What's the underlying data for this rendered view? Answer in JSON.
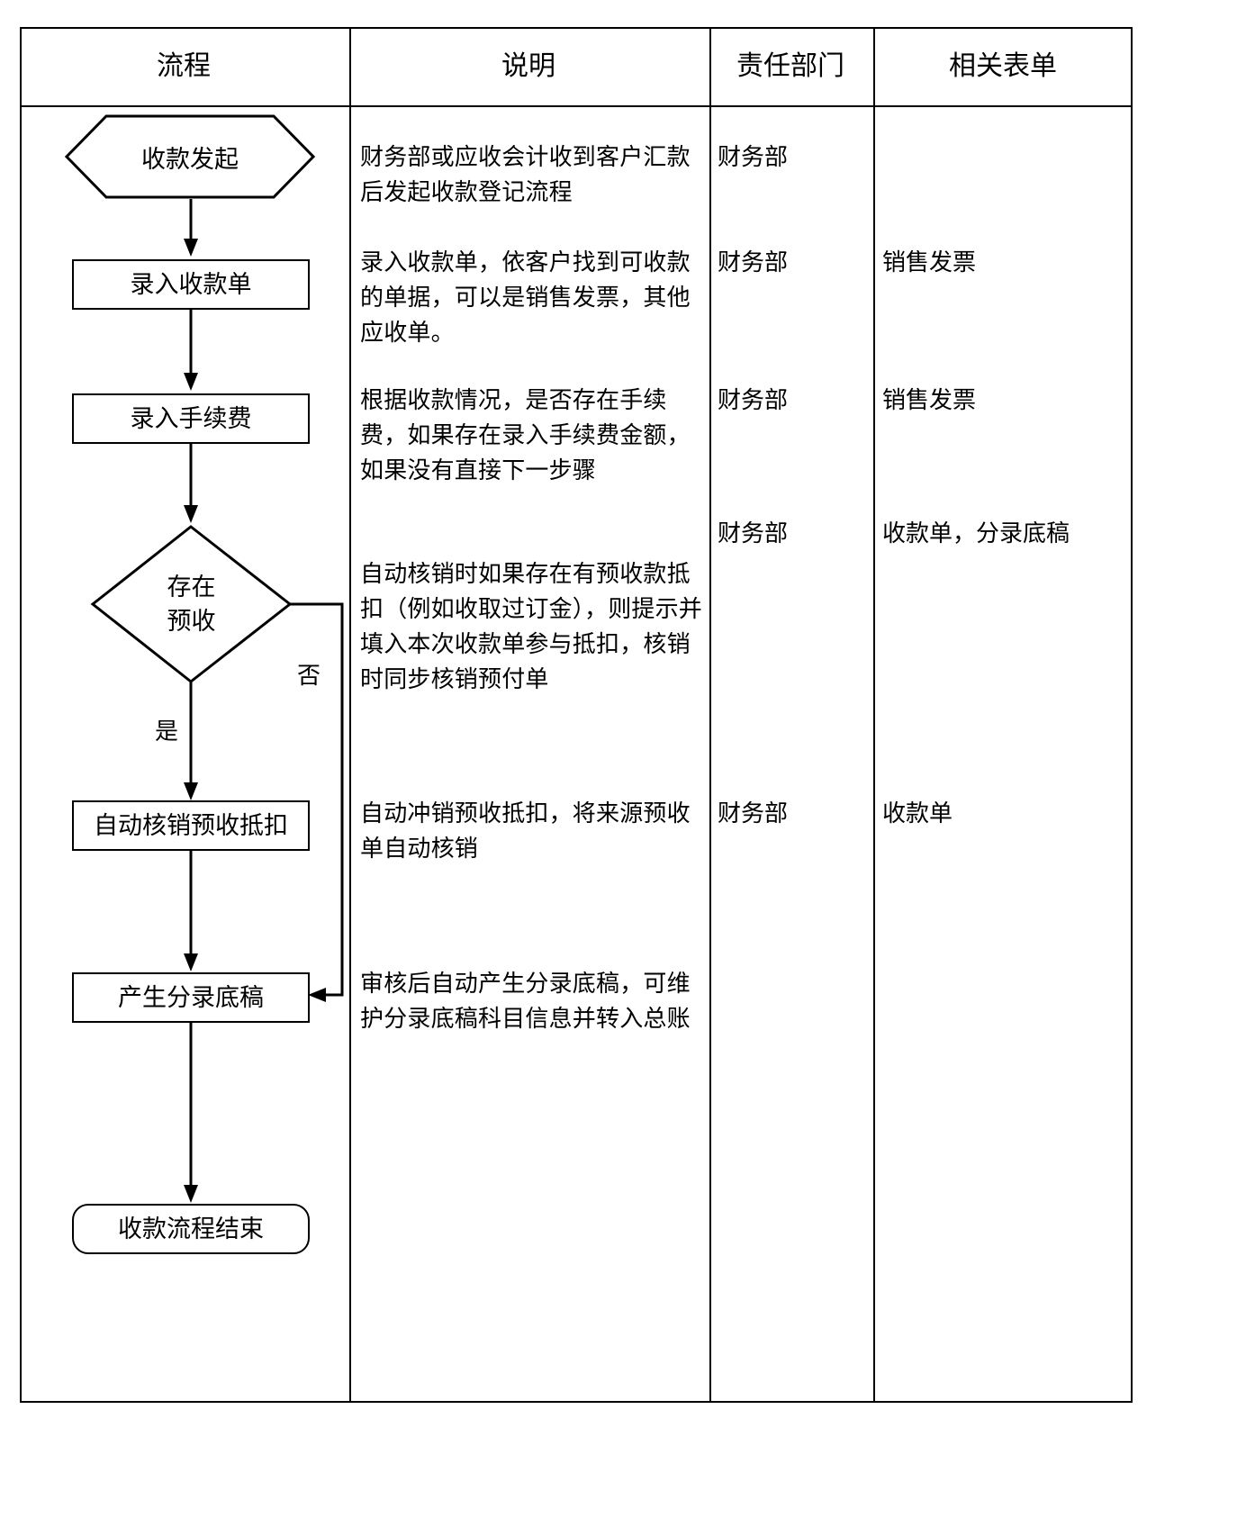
{
  "table": {
    "headers": [
      {
        "label": "流程"
      },
      {
        "label": "说明"
      },
      {
        "label": "责任部门"
      },
      {
        "label": "相关表单"
      }
    ],
    "rows": [
      {
        "node": "收款发起",
        "node_shape": "hexagon",
        "description": "财务部或应收会计收到客户汇款后发起收款登记流程",
        "department": "财务部",
        "form": ""
      },
      {
        "node": "录入收款单",
        "node_shape": "rectangle",
        "description": "录入收款单，依客户找到可收款的单据，可以是销售发票，其他应收单。",
        "department": "财务部",
        "form": "销售发票"
      },
      {
        "node": "录入手续费",
        "node_shape": "rectangle",
        "description": "根据收款情况，是否存在手续费，如果存在录入手续费金额，如果没有直接下一步骤",
        "department": "财务部",
        "form": "销售发票"
      },
      {
        "node": "存在预收",
        "node_shape": "diamond",
        "node_line1": "存在",
        "node_line2": "预收",
        "description": "自动核销时如果存在有预收款抵扣（例如收取过订金），则提示并填入本次收款单参与抵扣，核销时同步核销预付单",
        "department": "财务部",
        "form": "收款单，分录底稿"
      },
      {
        "node": "自动核销预收抵扣",
        "node_shape": "rectangle",
        "description": "自动冲销预收抵扣，将来源预收单自动核销",
        "department": "财务部",
        "form": "收款单"
      },
      {
        "node": "产生分录底稿",
        "node_shape": "rectangle",
        "description": "审核后自动产生分录底稿，可维护分录底稿科目信息并转入总账",
        "department": "",
        "form": ""
      },
      {
        "node": "收款流程结束",
        "node_shape": "rounded",
        "description": "",
        "department": "",
        "form": ""
      }
    ]
  },
  "branches": {
    "yes_label": "是",
    "no_label": "否"
  },
  "colors": {
    "line": "#000000",
    "background": "#ffffff",
    "text": "#000000"
  }
}
